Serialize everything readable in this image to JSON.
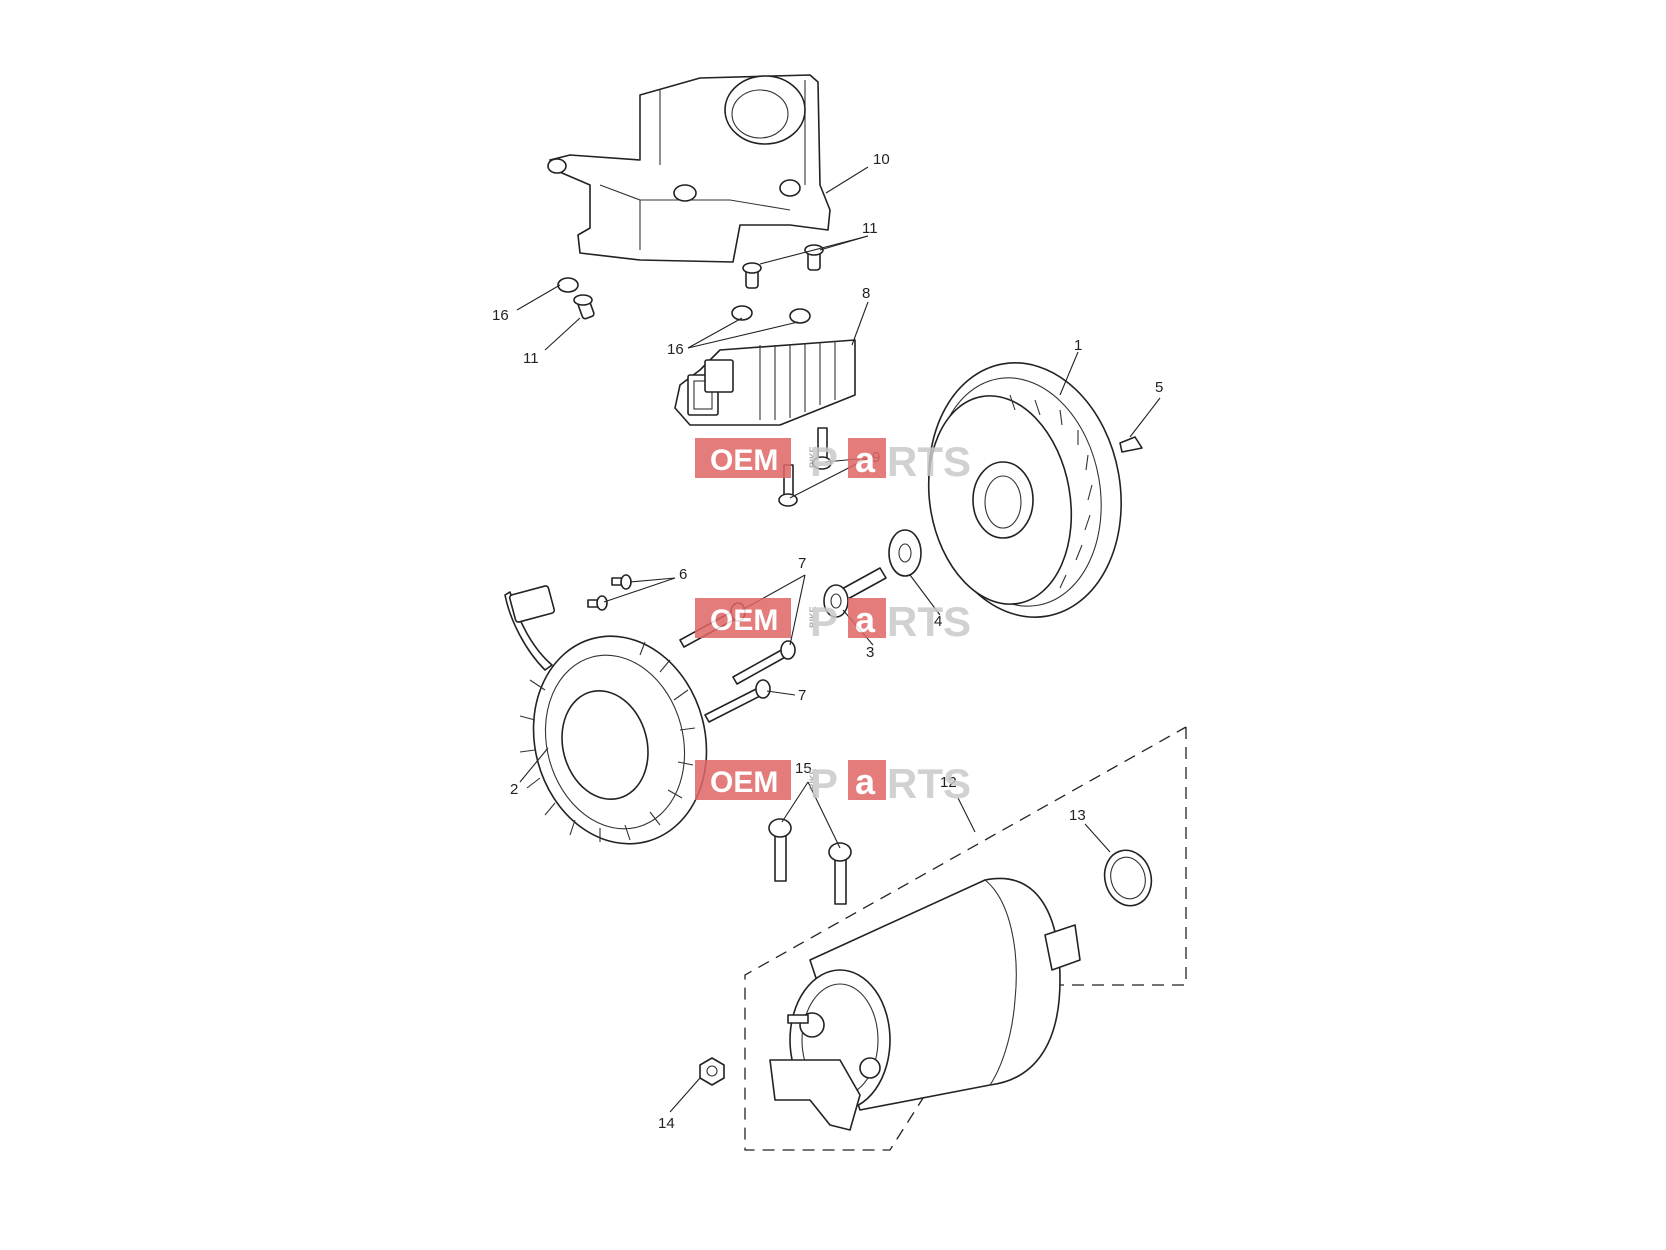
{
  "diagram": {
    "callouts": [
      "1",
      "2",
      "3",
      "4",
      "5",
      "6",
      "7",
      "7",
      "8",
      "9",
      "10",
      "11",
      "11",
      "12",
      "13",
      "14",
      "15",
      "16",
      "16"
    ]
  },
  "watermark": {
    "oem": "OEM",
    "bike": "BIKE",
    "p": "P",
    "a": "a",
    "rts": "RTS"
  },
  "colors": {
    "watermark_red": "#e06666",
    "line": "#222222"
  }
}
